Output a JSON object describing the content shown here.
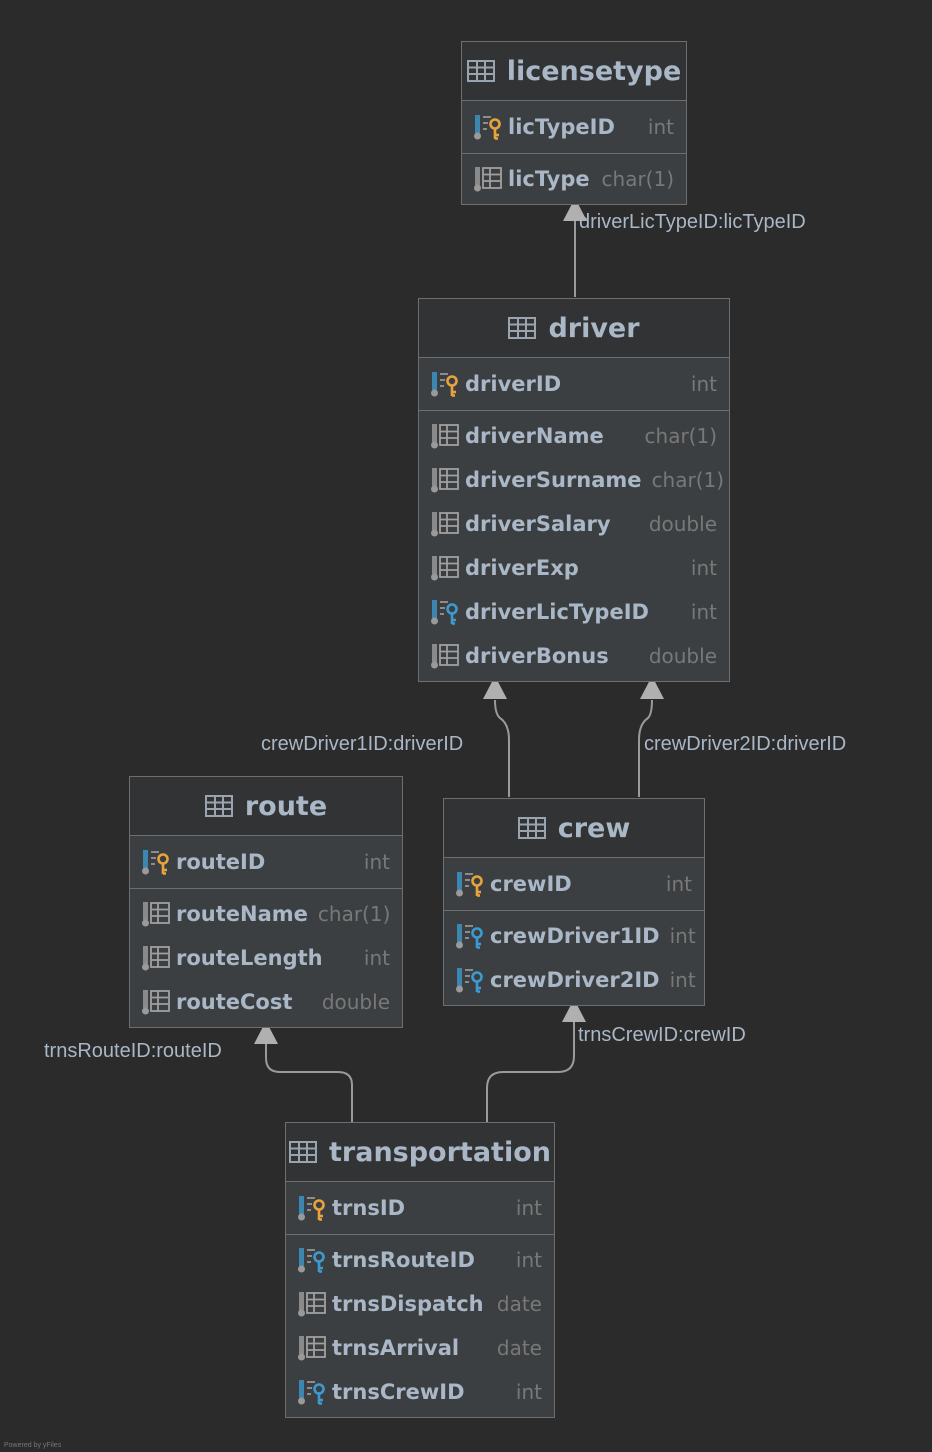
{
  "entities": {
    "licensetype": {
      "title": "licensetype",
      "pk": [
        {
          "name": "licTypeID",
          "type": "int",
          "icon": "primary-key-icon"
        }
      ],
      "cols": [
        {
          "name": "licType",
          "type": "char(1)",
          "icon": "column-icon"
        }
      ]
    },
    "driver": {
      "title": "driver",
      "pk": [
        {
          "name": "driverID",
          "type": "int",
          "icon": "primary-key-icon"
        }
      ],
      "cols": [
        {
          "name": "driverName",
          "type": "char(1)",
          "icon": "column-icon"
        },
        {
          "name": "driverSurname",
          "type": "char(1)",
          "icon": "column-icon"
        },
        {
          "name": "driverSalary",
          "type": "double",
          "icon": "column-icon"
        },
        {
          "name": "driverExp",
          "type": "int",
          "icon": "column-icon"
        },
        {
          "name": "driverLicTypeID",
          "type": "int",
          "icon": "foreign-key-icon"
        },
        {
          "name": "driverBonus",
          "type": "double",
          "icon": "column-icon"
        }
      ]
    },
    "route": {
      "title": "route",
      "pk": [
        {
          "name": "routeID",
          "type": "int",
          "icon": "primary-key-icon"
        }
      ],
      "cols": [
        {
          "name": "routeName",
          "type": "char(1)",
          "icon": "column-icon"
        },
        {
          "name": "routeLength",
          "type": "int",
          "icon": "column-icon"
        },
        {
          "name": "routeCost",
          "type": "double",
          "icon": "column-icon"
        }
      ]
    },
    "crew": {
      "title": "crew",
      "pk": [
        {
          "name": "crewID",
          "type": "int",
          "icon": "primary-key-icon"
        }
      ],
      "cols": [
        {
          "name": "crewDriver1ID",
          "type": "int",
          "icon": "foreign-key-icon"
        },
        {
          "name": "crewDriver2ID",
          "type": "int",
          "icon": "foreign-key-icon"
        }
      ]
    },
    "transportation": {
      "title": "transportation",
      "pk": [
        {
          "name": "trnsID",
          "type": "int",
          "icon": "primary-key-icon"
        }
      ],
      "cols": [
        {
          "name": "trnsRouteID",
          "type": "int",
          "icon": "foreign-key-icon"
        },
        {
          "name": "trnsDispatch",
          "type": "date",
          "icon": "column-icon"
        },
        {
          "name": "trnsArrival",
          "type": "date",
          "icon": "column-icon"
        },
        {
          "name": "trnsCrewID",
          "type": "int",
          "icon": "foreign-key-icon"
        }
      ]
    }
  },
  "relations": {
    "driver_lic": "driverLicTypeID:licTypeID",
    "crew_driver1": "crewDriver1ID:driverID",
    "crew_driver2": "crewDriver2ID:driverID",
    "trns_route": "trnsRouteID:routeID",
    "trns_crew": "trnsCrewID:crewID"
  },
  "footer": "Powered by yFiles",
  "colors": {
    "background": "#2b2b2b",
    "entity_body": "#3c3f41",
    "entity_header": "#313335",
    "border": "#6e6e6e",
    "primary_key": "#e8a33d",
    "foreign_key": "#3d9ad1",
    "column_icon": "#9a9a9a"
  }
}
